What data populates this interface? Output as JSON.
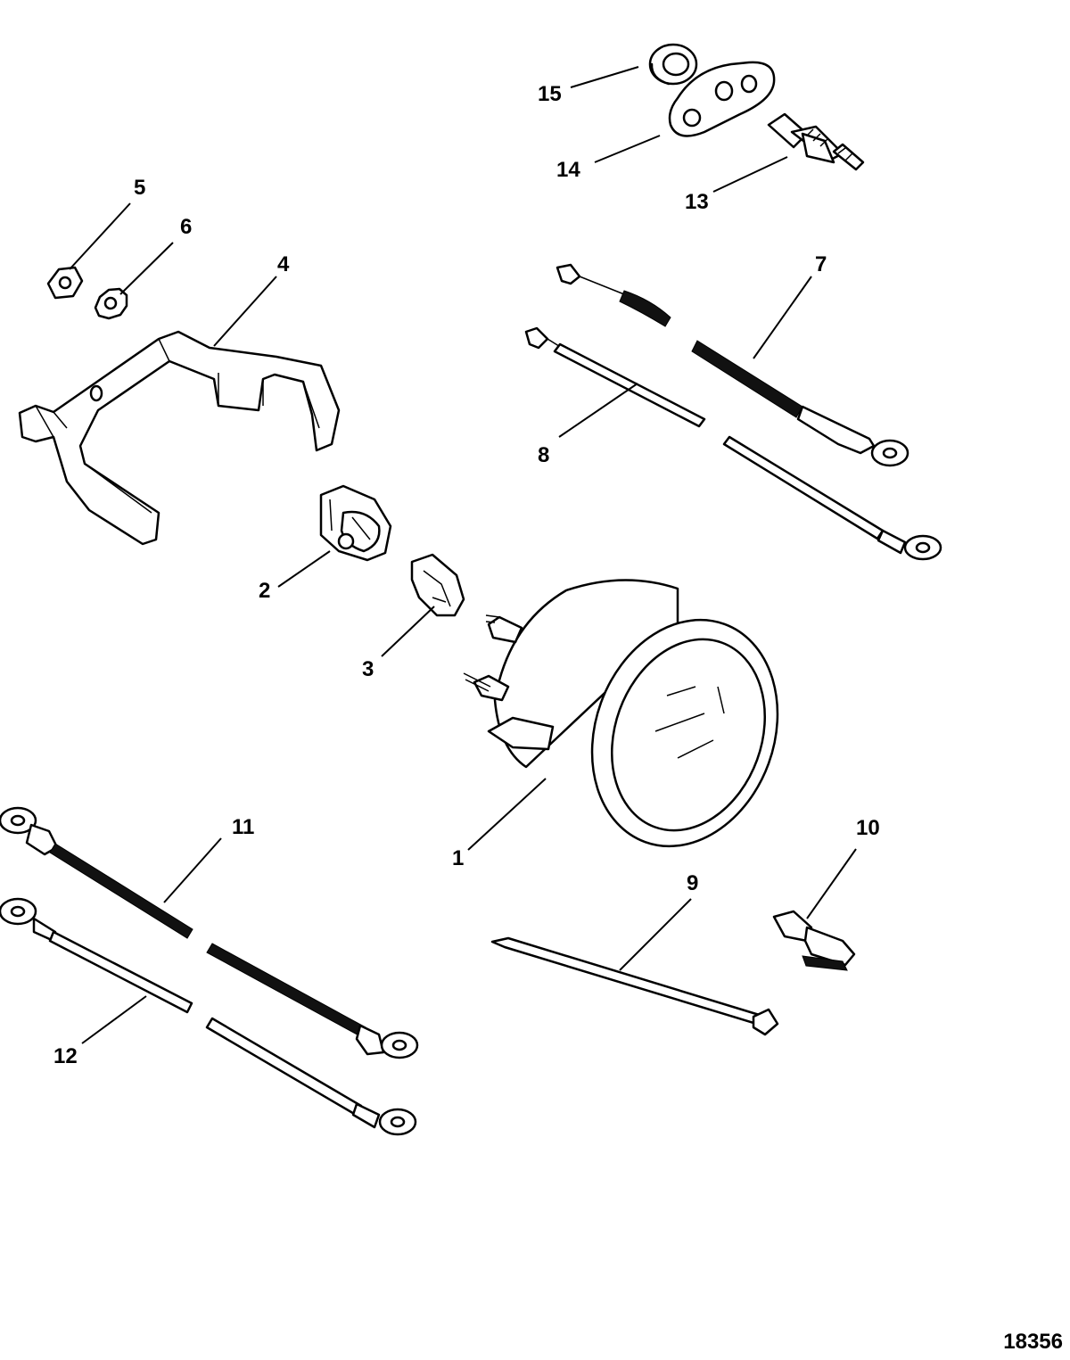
{
  "diagram": {
    "figure_number": "18356",
    "callouts": [
      {
        "id": "1",
        "label": "1"
      },
      {
        "id": "2",
        "label": "2"
      },
      {
        "id": "3",
        "label": "3"
      },
      {
        "id": "4",
        "label": "4"
      },
      {
        "id": "5",
        "label": "5"
      },
      {
        "id": "6",
        "label": "6"
      },
      {
        "id": "7",
        "label": "7"
      },
      {
        "id": "8",
        "label": "8"
      },
      {
        "id": "9",
        "label": "9"
      },
      {
        "id": "10",
        "label": "10"
      },
      {
        "id": "11",
        "label": "11"
      },
      {
        "id": "12",
        "label": "12"
      },
      {
        "id": "13",
        "label": "13"
      },
      {
        "id": "14",
        "label": "14"
      },
      {
        "id": "15",
        "label": "15"
      }
    ]
  }
}
